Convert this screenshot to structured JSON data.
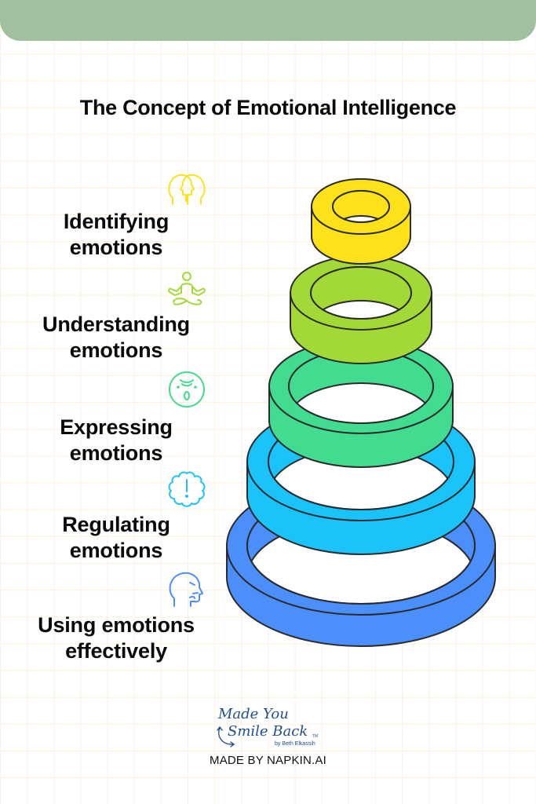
{
  "title": "The Concept of Emotional Intelligence",
  "layers": [
    {
      "label": "Identifying emotions",
      "line1": "Identifying",
      "line2": "emotions",
      "icon": "two-heads-profile-icon",
      "color": "#fde21a"
    },
    {
      "label": "Understanding emotions",
      "line1": "Understanding",
      "line2": "emotions",
      "icon": "meditation-person-icon",
      "color": "#a3d936"
    },
    {
      "label": "Expressing emotions",
      "line1": "Expressing",
      "line2": "emotions",
      "icon": "surprised-face-icon",
      "color": "#42dc91"
    },
    {
      "label": "Regulating emotions",
      "line1": "Regulating",
      "line2": "emotions",
      "icon": "alert-cloud-icon",
      "color": "#1ac4fb"
    },
    {
      "label": "Using emotions effectively",
      "line1": "Using emotions",
      "line2": "effectively",
      "icon": "thinking-head-icon",
      "color": "#4a8ffb"
    }
  ],
  "logo": {
    "line1": "Made You",
    "line2": "Smile Back",
    "tm": "TM",
    "byline": "by Beth Elkassih"
  },
  "footer": "MADE BY NAPKIN.AI",
  "colors": {
    "header": "#a2bfa0",
    "grid": "#fdf0dc",
    "outline": "#2b2b2b",
    "logo": "#1f4e8c"
  }
}
